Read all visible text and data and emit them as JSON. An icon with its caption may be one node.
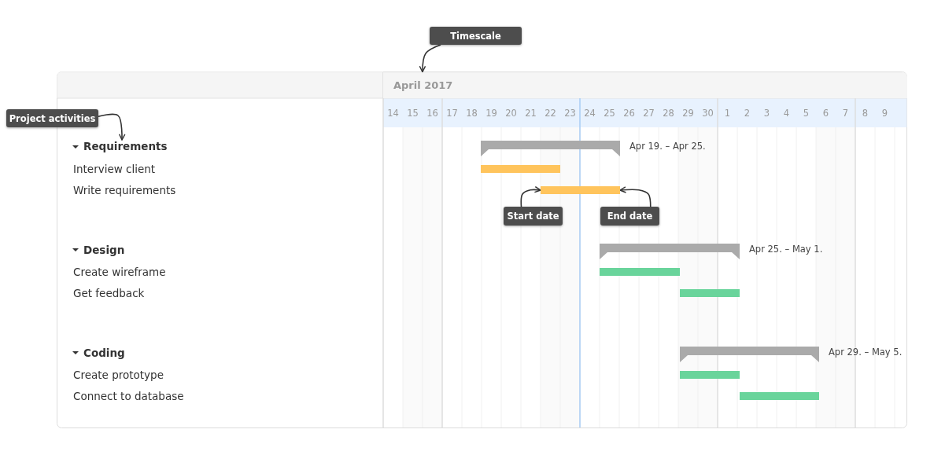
{
  "diagram": {
    "nodes": [
      {
        "text": [
          "Timescale"
        ]
      },
      {
        "text": [
          "April 2017"
        ]
      },
      {
        "text": [
          "Project activities"
        ]
      },
      {
        "text": [
          "Requirements"
        ]
      },
      {
        "text": [],
        "shape": "bar",
        "beside": [
          "Apr 19. – Apr 25."
        ]
      },
      {
        "text": [],
        "shape": "bar"
      },
      {
        "text": [],
        "shape": "bar"
      },
      {
        "text": [
          "Start date"
        ]
      },
      {
        "text": [
          "End date"
        ]
      },
      {
        "text": [],
        "shape": "bar",
        "beside": [
          "Apr 25. – May 1."
        ]
      },
      {
        "text": [],
        "shape": "bar"
      },
      {
        "text": [],
        "shape": "bar"
      },
      {
        "text": [],
        "shape": "bar",
        "beside": [
          "Apr 29. – May 5."
        ]
      },
      {
        "text": [],
        "shape": "bar"
      },
      {
        "text": [],
        "shape": "bar"
      }
    ],
    "edges": [
      {
        "from": 0,
        "to": 1,
        "arrow": "to"
      },
      {
        "from": 2,
        "to": 3,
        "arrow": "to"
      },
      {
        "from": 7,
        "to": 6,
        "arrow": "to"
      },
      {
        "from": 8,
        "to": 6,
        "arrow": "to"
      }
    ],
    "labels": [
      "14",
      "15",
      "16",
      "17",
      "18",
      "19",
      "20",
      "21",
      "22",
      "23",
      "24",
      "25",
      "26",
      "27",
      "28",
      "29",
      "30",
      "1",
      "2",
      "3",
      "4",
      "5",
      "6",
      "7",
      "8",
      "9",
      "Interview client",
      "Write requirements",
      "Design",
      "Create wireframe",
      "Get feedback",
      "Coding",
      "Create prototype",
      "Connect to database"
    ]
  }
}
